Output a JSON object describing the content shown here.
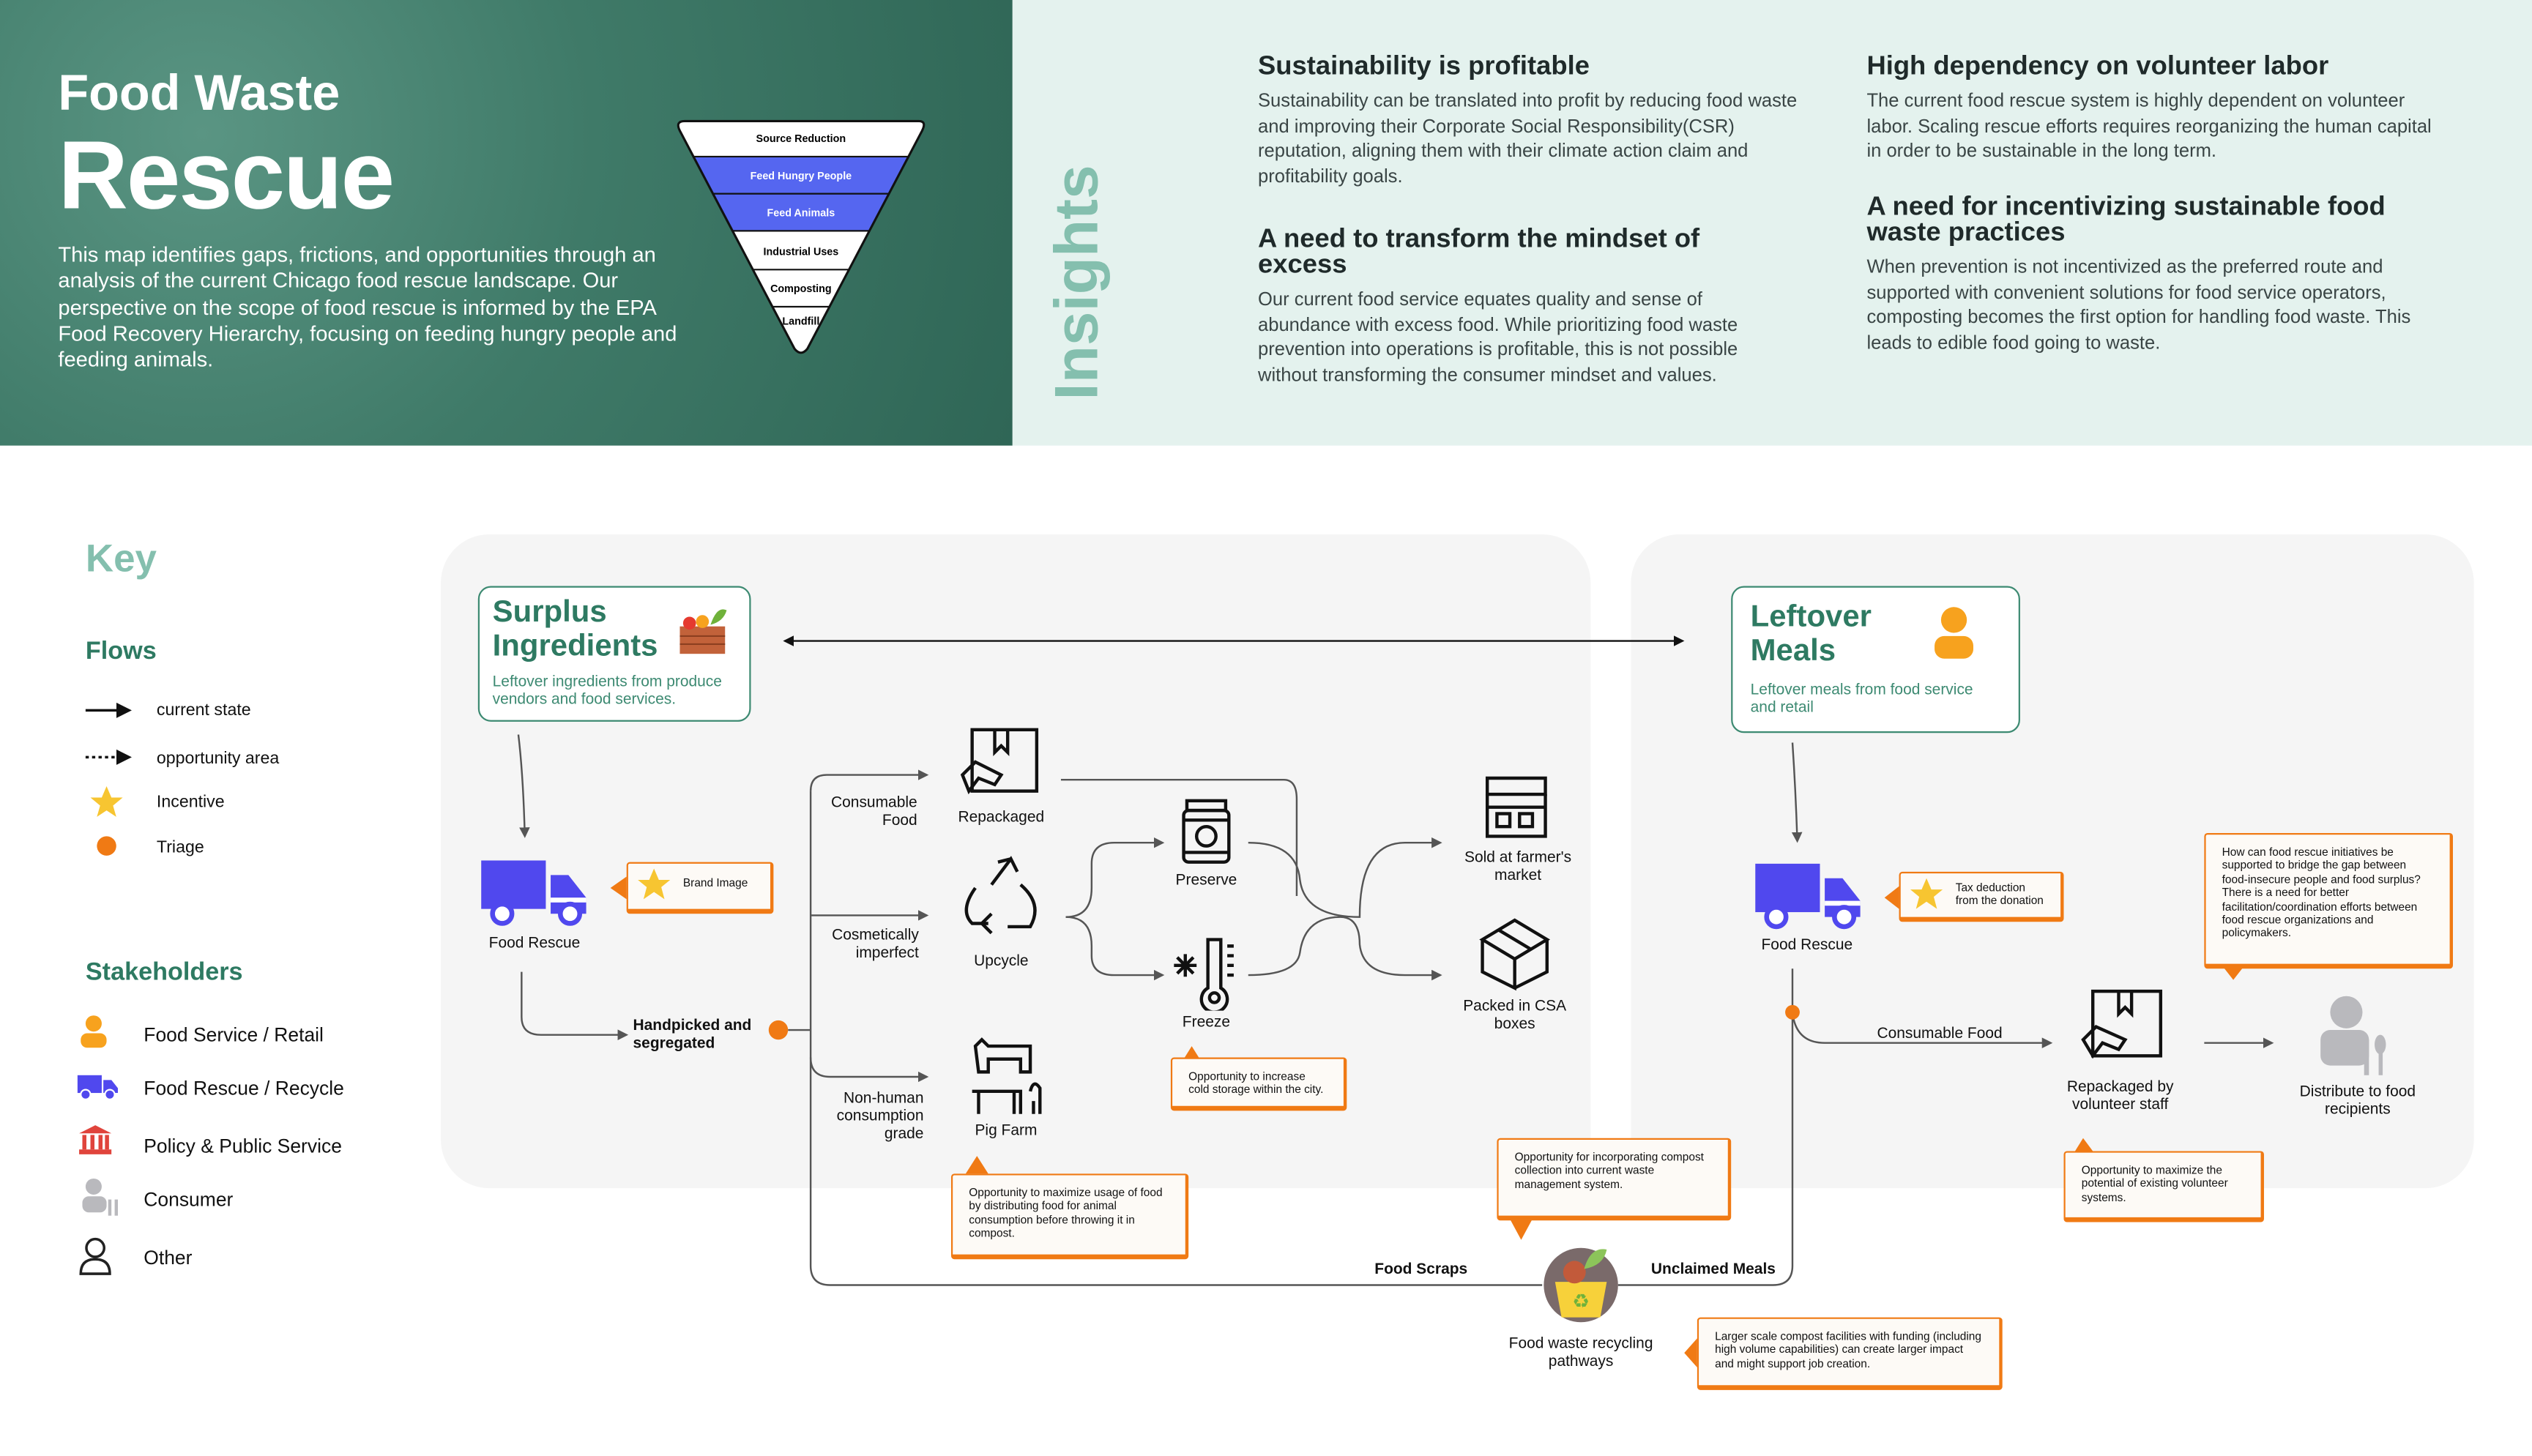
{
  "header": {
    "title_line1": "Food Waste",
    "title_line2": "Rescue",
    "intro": "This map identifies gaps, frictions, and opportunities through an analysis of the current Chicago food rescue landscape. Our perspective on the scope of food rescue is informed by the EPA Food Recovery Hierarchy, focusing on feeding hungry people and feeding animals."
  },
  "hierarchy": {
    "levels": [
      "Source Reduction",
      "Feed Hungry People",
      "Feed Animals",
      "Industrial Uses",
      "Composting",
      "Landfill"
    ],
    "highlight_color": "#5566f0"
  },
  "insights": {
    "label": "Insights",
    "items": [
      {
        "title": "Sustainability is profitable",
        "body": "Sustainability can be translated into profit by reducing food waste and improving their Corporate Social Responsibility(CSR) reputation, aligning them with their climate action claim and profitability goals."
      },
      {
        "title": "A need to transform the mindset of excess",
        "body": "Our current food service equates quality and sense of abundance with excess food. While prioritizing food waste prevention into operations is profitable, this is not possible without transforming the consumer mindset and values."
      },
      {
        "title": "High dependency on volunteer labor",
        "body": "The current food rescue system is highly dependent on volunteer labor. Scaling rescue efforts requires reorganizing the human capital in order to be sustainable in the long term."
      },
      {
        "title": "A need for incentivizing sustainable food waste practices",
        "body": "When prevention is not incentivized as the preferred route and supported with convenient solutions for food service operators, composting becomes the first option for handling food waste. This leads to edible food going to waste."
      }
    ]
  },
  "key": {
    "title": "Key",
    "flows_title": "Flows",
    "flows": [
      "current state",
      "opportunity area",
      "Incentive",
      "Triage"
    ],
    "stakeholders_title": "Stakeholders",
    "stakeholders": [
      "Food Service / Retail",
      "Food Rescue / Recycle",
      "Policy & Public Service",
      "Consumer",
      "Other"
    ]
  },
  "colors": {
    "green": "#2e7a62",
    "orange": "#f07a14",
    "blue": "#5048ee",
    "yellow": "#f7c531"
  },
  "map": {
    "surplus": {
      "title": "Surplus Ingredients",
      "desc": "Leftover ingredients from produce vendors and food services."
    },
    "leftover": {
      "title": "Leftover Meals",
      "desc": "Leftover meals from food service and retail"
    },
    "food_rescue_left": "Food Rescue",
    "brand_image": "Brand Image",
    "handpicked": "Handpicked and segregated",
    "branch_consumable": "Consumable Food",
    "branch_cosmetic": "Cosmetically imperfect",
    "branch_nonhuman": "Non-human consumption grade",
    "repackaged": "Repackaged",
    "upcycle": "Upcycle",
    "pig_farm": "Pig Farm",
    "preserve": "Preserve",
    "freeze": "Freeze",
    "sold_market": "Sold at farmer's market",
    "csa": "Packed in CSA boxes",
    "food_scraps": "Food Scraps",
    "unclaimed": "Unclaimed Meals",
    "recycling": "Food waste recycling pathways",
    "food_rescue_right": "Food Rescue",
    "tax": "Tax deduction from the donation",
    "consumable_right": "Consumable Food",
    "repackaged_volunteer": "Repackaged by volunteer staff",
    "distribute": "Distribute to food recipients",
    "callouts": {
      "cold_storage": "Opportunity to increase cold storage within the city.",
      "animal": "Opportunity to maximize usage of food by distributing food for animal consumption before throwing it in compost.",
      "compost_collection": "Opportunity for incorporating compost collection into current waste management system.",
      "compost_facilities": "Larger scale compost facilities with funding (including high volume capabilities) can create larger impact and might support job creation.",
      "bridge": "How can food rescue initiatives be supported to bridge the gap between food-insecure people and food surplus? There is a need for better facilitation/coordination efforts between food rescue organizations and policymakers.",
      "volunteer": "Opportunity to maximize the potential of existing volunteer systems."
    }
  }
}
